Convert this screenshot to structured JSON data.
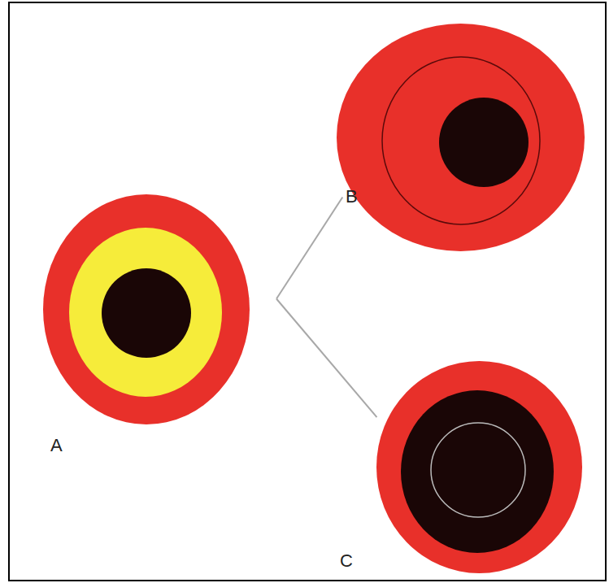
{
  "diagram": {
    "nodes": [
      {
        "text": [
          "A"
        ]
      },
      {
        "text": [
          "B"
        ]
      },
      {
        "text": [
          "C"
        ]
      }
    ],
    "edges": [
      {
        "from": 0,
        "to": 1,
        "arrow": "none"
      },
      {
        "from": 0,
        "to": 2,
        "arrow": "none"
      }
    ]
  }
}
